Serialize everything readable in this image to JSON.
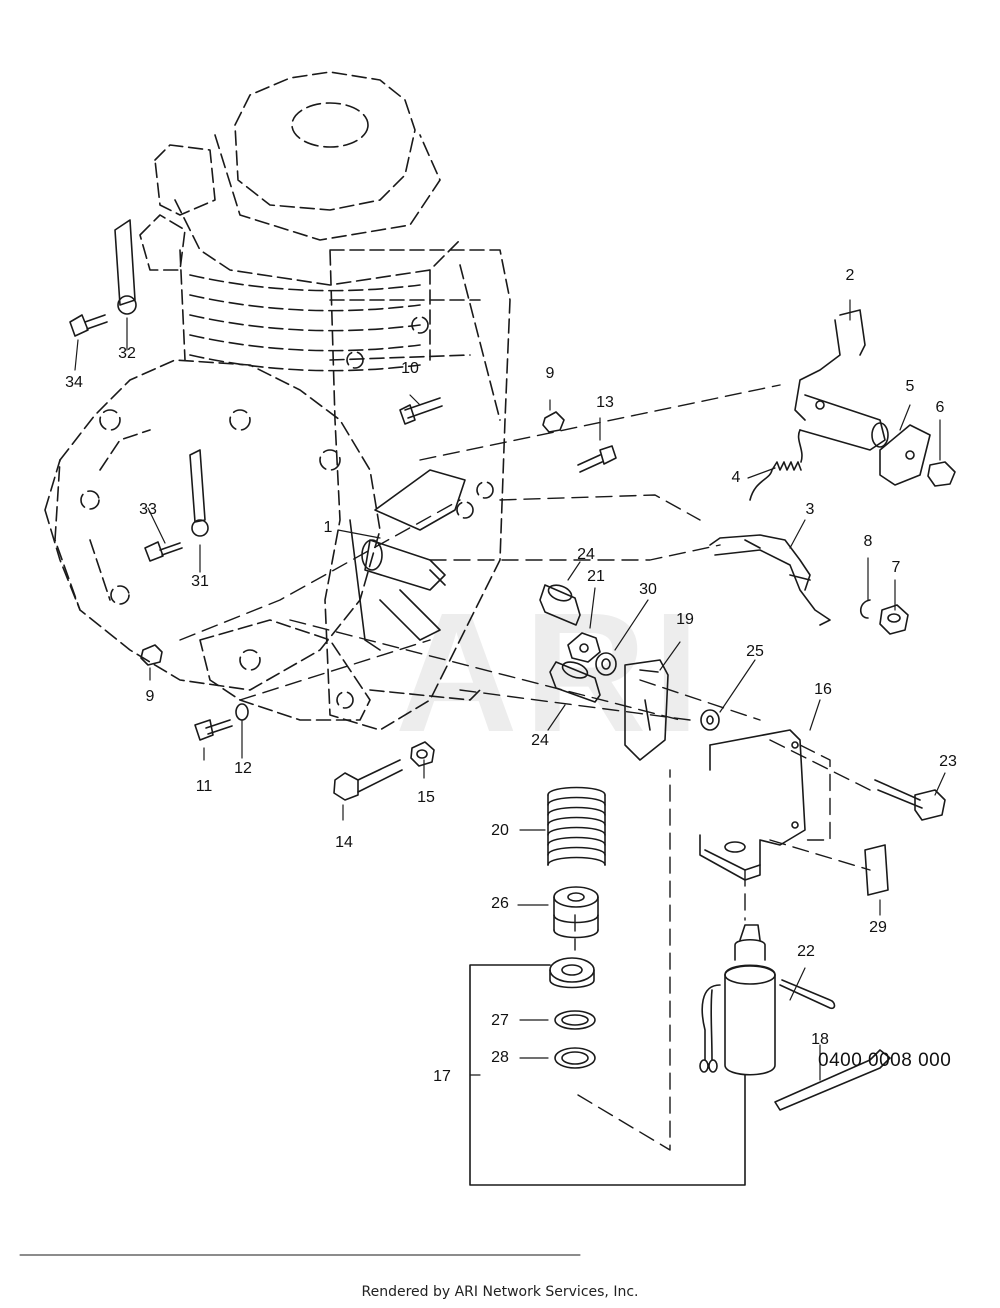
{
  "callouts": [
    {
      "id": "1",
      "label": "1"
    },
    {
      "id": "2",
      "label": "2"
    },
    {
      "id": "3",
      "label": "3"
    },
    {
      "id": "4",
      "label": "4"
    },
    {
      "id": "5",
      "label": "5"
    },
    {
      "id": "6",
      "label": "6"
    },
    {
      "id": "7",
      "label": "7"
    },
    {
      "id": "8",
      "label": "8"
    },
    {
      "id": "9a",
      "label": "9"
    },
    {
      "id": "9b",
      "label": "9"
    },
    {
      "id": "10",
      "label": "10"
    },
    {
      "id": "11",
      "label": "11"
    },
    {
      "id": "12",
      "label": "12"
    },
    {
      "id": "13",
      "label": "13"
    },
    {
      "id": "14",
      "label": "14"
    },
    {
      "id": "15",
      "label": "15"
    },
    {
      "id": "16",
      "label": "16"
    },
    {
      "id": "17",
      "label": "17"
    },
    {
      "id": "18",
      "label": "18"
    },
    {
      "id": "19",
      "label": "19"
    },
    {
      "id": "20",
      "label": "20"
    },
    {
      "id": "21",
      "label": "21"
    },
    {
      "id": "22",
      "label": "22"
    },
    {
      "id": "23",
      "label": "23"
    },
    {
      "id": "24a",
      "label": "24"
    },
    {
      "id": "24b",
      "label": "24"
    },
    {
      "id": "25",
      "label": "25"
    },
    {
      "id": "26",
      "label": "26"
    },
    {
      "id": "27",
      "label": "27"
    },
    {
      "id": "28",
      "label": "28"
    },
    {
      "id": "29",
      "label": "29"
    },
    {
      "id": "30",
      "label": "30"
    },
    {
      "id": "31",
      "label": "31"
    },
    {
      "id": "32",
      "label": "32"
    },
    {
      "id": "33",
      "label": "33"
    },
    {
      "id": "34",
      "label": "34"
    }
  ],
  "drawing_number": "0400 0008 000",
  "footer": "Rendered by ARI Network Services, Inc.",
  "watermark": "ARI",
  "colors": {
    "line": "#1a1a1a",
    "background": "#ffffff"
  }
}
